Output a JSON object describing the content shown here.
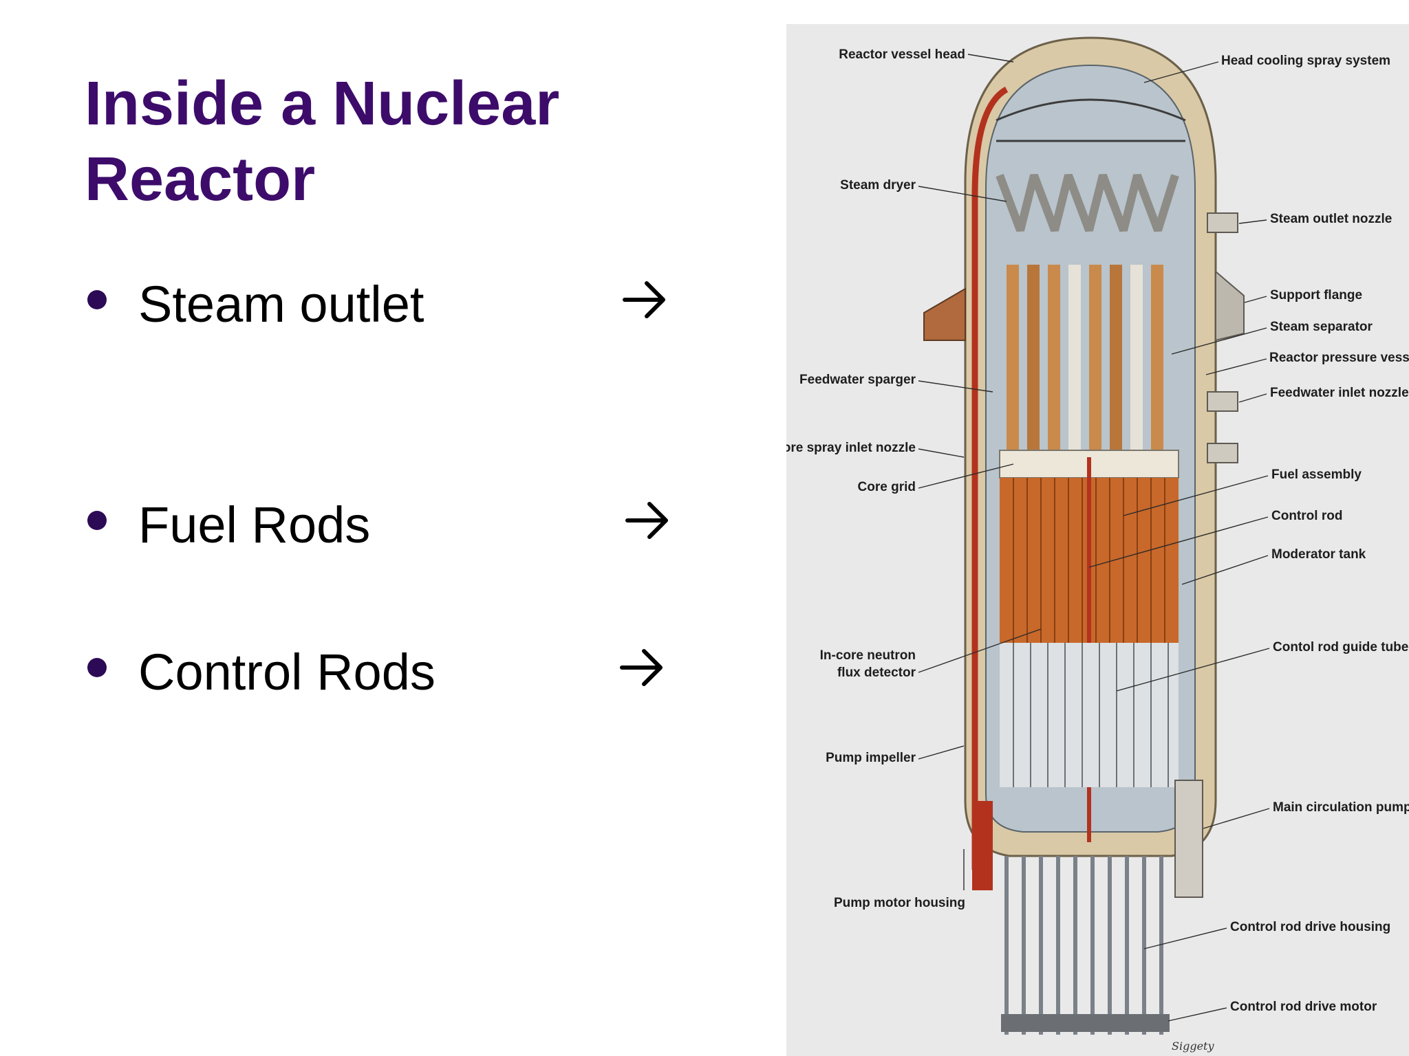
{
  "title": "Inside a Nuclear Reactor",
  "bullets": [
    {
      "label": "Steam outlet",
      "icon": "arrow-right-icon"
    },
    {
      "label": "Fuel Rods",
      "icon": "arrow-right-icon"
    },
    {
      "label": "Control Rods",
      "icon": "arrow-right-icon"
    }
  ],
  "colors": {
    "title": "#3d0c6b",
    "bullet": "#2d0a55",
    "fuel": "#c8682a",
    "vessel": "#d9c9a6",
    "red_pipe": "#b3321e"
  },
  "diagram": {
    "left_labels": [
      "Reactor vessel head",
      "Steam dryer",
      "Feedwater sparger",
      "Core spray inlet nozzle",
      "Core grid",
      "In-core neutron",
      "flux detector",
      "Pump impeller",
      "Pump motor housing"
    ],
    "right_labels": [
      "Head cooling spray system",
      "Steam outlet nozzle",
      "Support flange",
      "Steam separator",
      "Reactor pressure vessel",
      "Feedwater inlet nozzle",
      "Fuel assembly",
      "Control rod",
      "Moderator tank",
      "Contol rod guide tube",
      "Main circulation pump",
      "Control rod drive housing",
      "Control rod drive motor"
    ],
    "signature": "Siggety"
  }
}
